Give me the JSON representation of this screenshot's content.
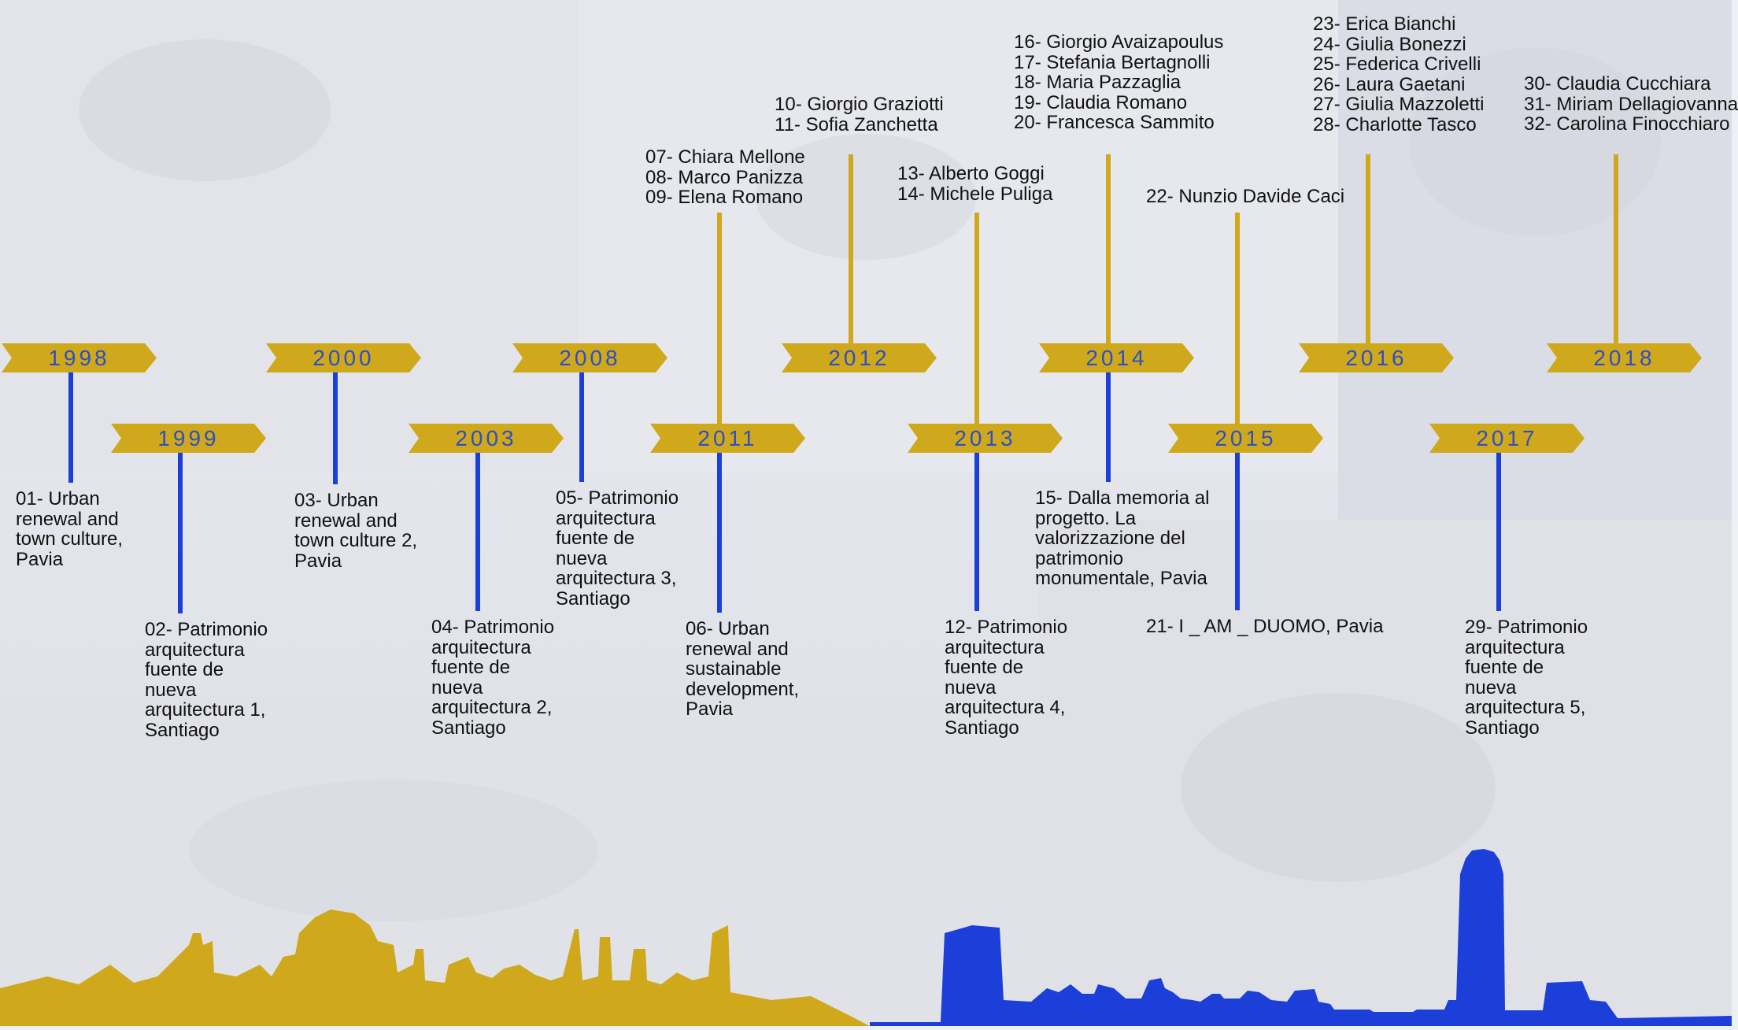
{
  "colors": {
    "gold": "#cfa81c",
    "blue": "#1b3fd8",
    "year_text": "#2b4fc8"
  },
  "events": [
    {
      "year": "1998",
      "row": "top",
      "label_side": "below",
      "label": [
        "01- Urban",
        "renewal and",
        "town culture,",
        "Pavia"
      ]
    },
    {
      "year": "1999",
      "row": "bottom",
      "label_side": "below",
      "label": [
        "02- Patrimonio",
        "arquitectura",
        "fuente de",
        "nueva",
        "arquitectura 1,",
        "Santiago"
      ]
    },
    {
      "year": "2000",
      "row": "top",
      "label_side": "below",
      "label": [
        "03- Urban",
        "renewal and",
        "town culture 2,",
        "Pavia"
      ]
    },
    {
      "year": "2003",
      "row": "bottom",
      "label_side": "below",
      "label": [
        "04- Patrimonio",
        "arquitectura",
        "fuente de",
        "nueva",
        "arquitectura 2,",
        "Santiago"
      ]
    },
    {
      "year": "2008",
      "row": "top",
      "label_side": "below",
      "label": [
        "05- Patrimonio",
        "arquitectura",
        "fuente de",
        "nueva",
        "arquitectura 3,",
        "Santiago"
      ]
    },
    {
      "year": "2011",
      "row": "bottom",
      "label_side": "both",
      "label": [
        "06- Urban",
        "renewal and",
        "sustainable",
        "development,",
        "Pavia"
      ],
      "names": [
        "07- Chiara Mellone",
        "08- Marco Panizza",
        "09- Elena Romano"
      ]
    },
    {
      "year": "2012",
      "row": "top",
      "label_side": "above",
      "names": [
        "10- Giorgio Graziotti",
        "11- Sofia Zanchetta"
      ]
    },
    {
      "year": "2013",
      "row": "bottom",
      "label_side": "both",
      "label": [
        "12- Patrimonio",
        "arquitectura",
        "fuente de",
        "nueva",
        "arquitectura 4,",
        "Santiago"
      ],
      "names": [
        "13- Alberto Goggi",
        "14- Michele Puliga"
      ]
    },
    {
      "year": "2014",
      "row": "top",
      "label_side": "both",
      "label": [
        "15- Dalla memoria al",
        "progetto. La",
        "valorizzazione del",
        "patrimonio",
        "monumentale, Pavia"
      ],
      "names": [
        "16- Giorgio Avaizapoulus",
        "17- Stefania Bertagnolli",
        "18- Maria Pazzaglia",
        "19- Claudia Romano",
        "20- Francesca Sammito"
      ]
    },
    {
      "year": "2015",
      "row": "bottom",
      "label_side": "both",
      "label": [
        "21- I _ AM _ DUOMO, Pavia"
      ],
      "names": [
        "22- Nunzio Davide Caci"
      ]
    },
    {
      "year": "2016",
      "row": "top",
      "label_side": "above",
      "names": [
        "23- Erica Bianchi",
        "24- Giulia Bonezzi",
        "25- Federica Crivelli",
        "26- Laura Gaetani",
        "27- Giulia Mazzoletti",
        "28- Charlotte Tasco"
      ]
    },
    {
      "year": "2017",
      "row": "bottom",
      "label_side": "below",
      "label": [
        "29- Patrimonio",
        "arquitectura",
        "fuente de",
        "nueva",
        "arquitectura 5,",
        "Santiago"
      ]
    },
    {
      "year": "2018",
      "row": "top",
      "label_side": "above",
      "names": [
        "30- Claudia Cucchiara",
        "31- Miriam Dellagiovanna",
        "32- Carolina Finocchiaro"
      ]
    }
  ]
}
